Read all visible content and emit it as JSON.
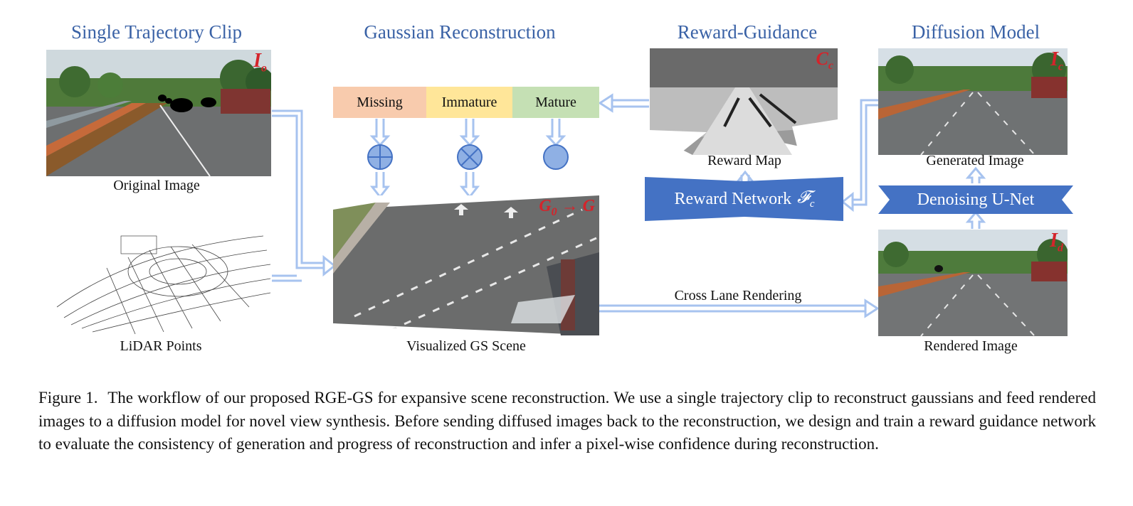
{
  "sections": {
    "single_trajectory": "Single Trajectory Clip",
    "gaussian_reconstruction": "Gaussian Reconstruction",
    "reward_guidance": "Reward-Guidance",
    "diffusion_model": "Diffusion Model"
  },
  "captions": {
    "original_image": "Original Image",
    "lidar_points": "LiDAR Points",
    "visualized_gs_scene": "Visualized GS Scene",
    "reward_map": "Reward Map",
    "generated_image": "Generated Image",
    "rendered_image": "Rendered Image",
    "cross_lane": "Cross Lane Rendering"
  },
  "stages": {
    "missing": "Missing",
    "immature": "Immature",
    "mature": "Mature"
  },
  "modules": {
    "reward_network": "Reward Network",
    "reward_network_symbol": "𝓕",
    "reward_network_sub": "c",
    "denoising_unet": "Denoising U-Net"
  },
  "badges": {
    "original_main": "I",
    "original_sub": "o",
    "reward_main": "C",
    "reward_sub": "c",
    "generated_main": "I",
    "generated_sub": "c",
    "rendered_main": "I",
    "rendered_sub": "d",
    "gs_main": "G",
    "gs_sub": "0",
    "gs_arrow": " → ",
    "gs_target": "G"
  },
  "colors": {
    "title_blue": "#3a62a6",
    "module_blue": "#4472c4",
    "arrow_blue": "#a7c3ef",
    "missing": "#f8cbad",
    "immature": "#ffe699",
    "mature": "#c5e0b4",
    "badge_red": "#d4242b"
  },
  "figure_caption": {
    "label": "Figure 1.",
    "text": "The workflow of our proposed RGE-GS for expansive scene reconstruction.  We use a single trajectory clip to reconstruct gaussians and feed rendered images to a diffusion model for novel view synthesis. Before sending diffused images back to the reconstruction, we design and train a reward guidance network to evaluate the consistency of generation and progress of reconstruction and infer a pixel-wise confidence during reconstruction."
  }
}
